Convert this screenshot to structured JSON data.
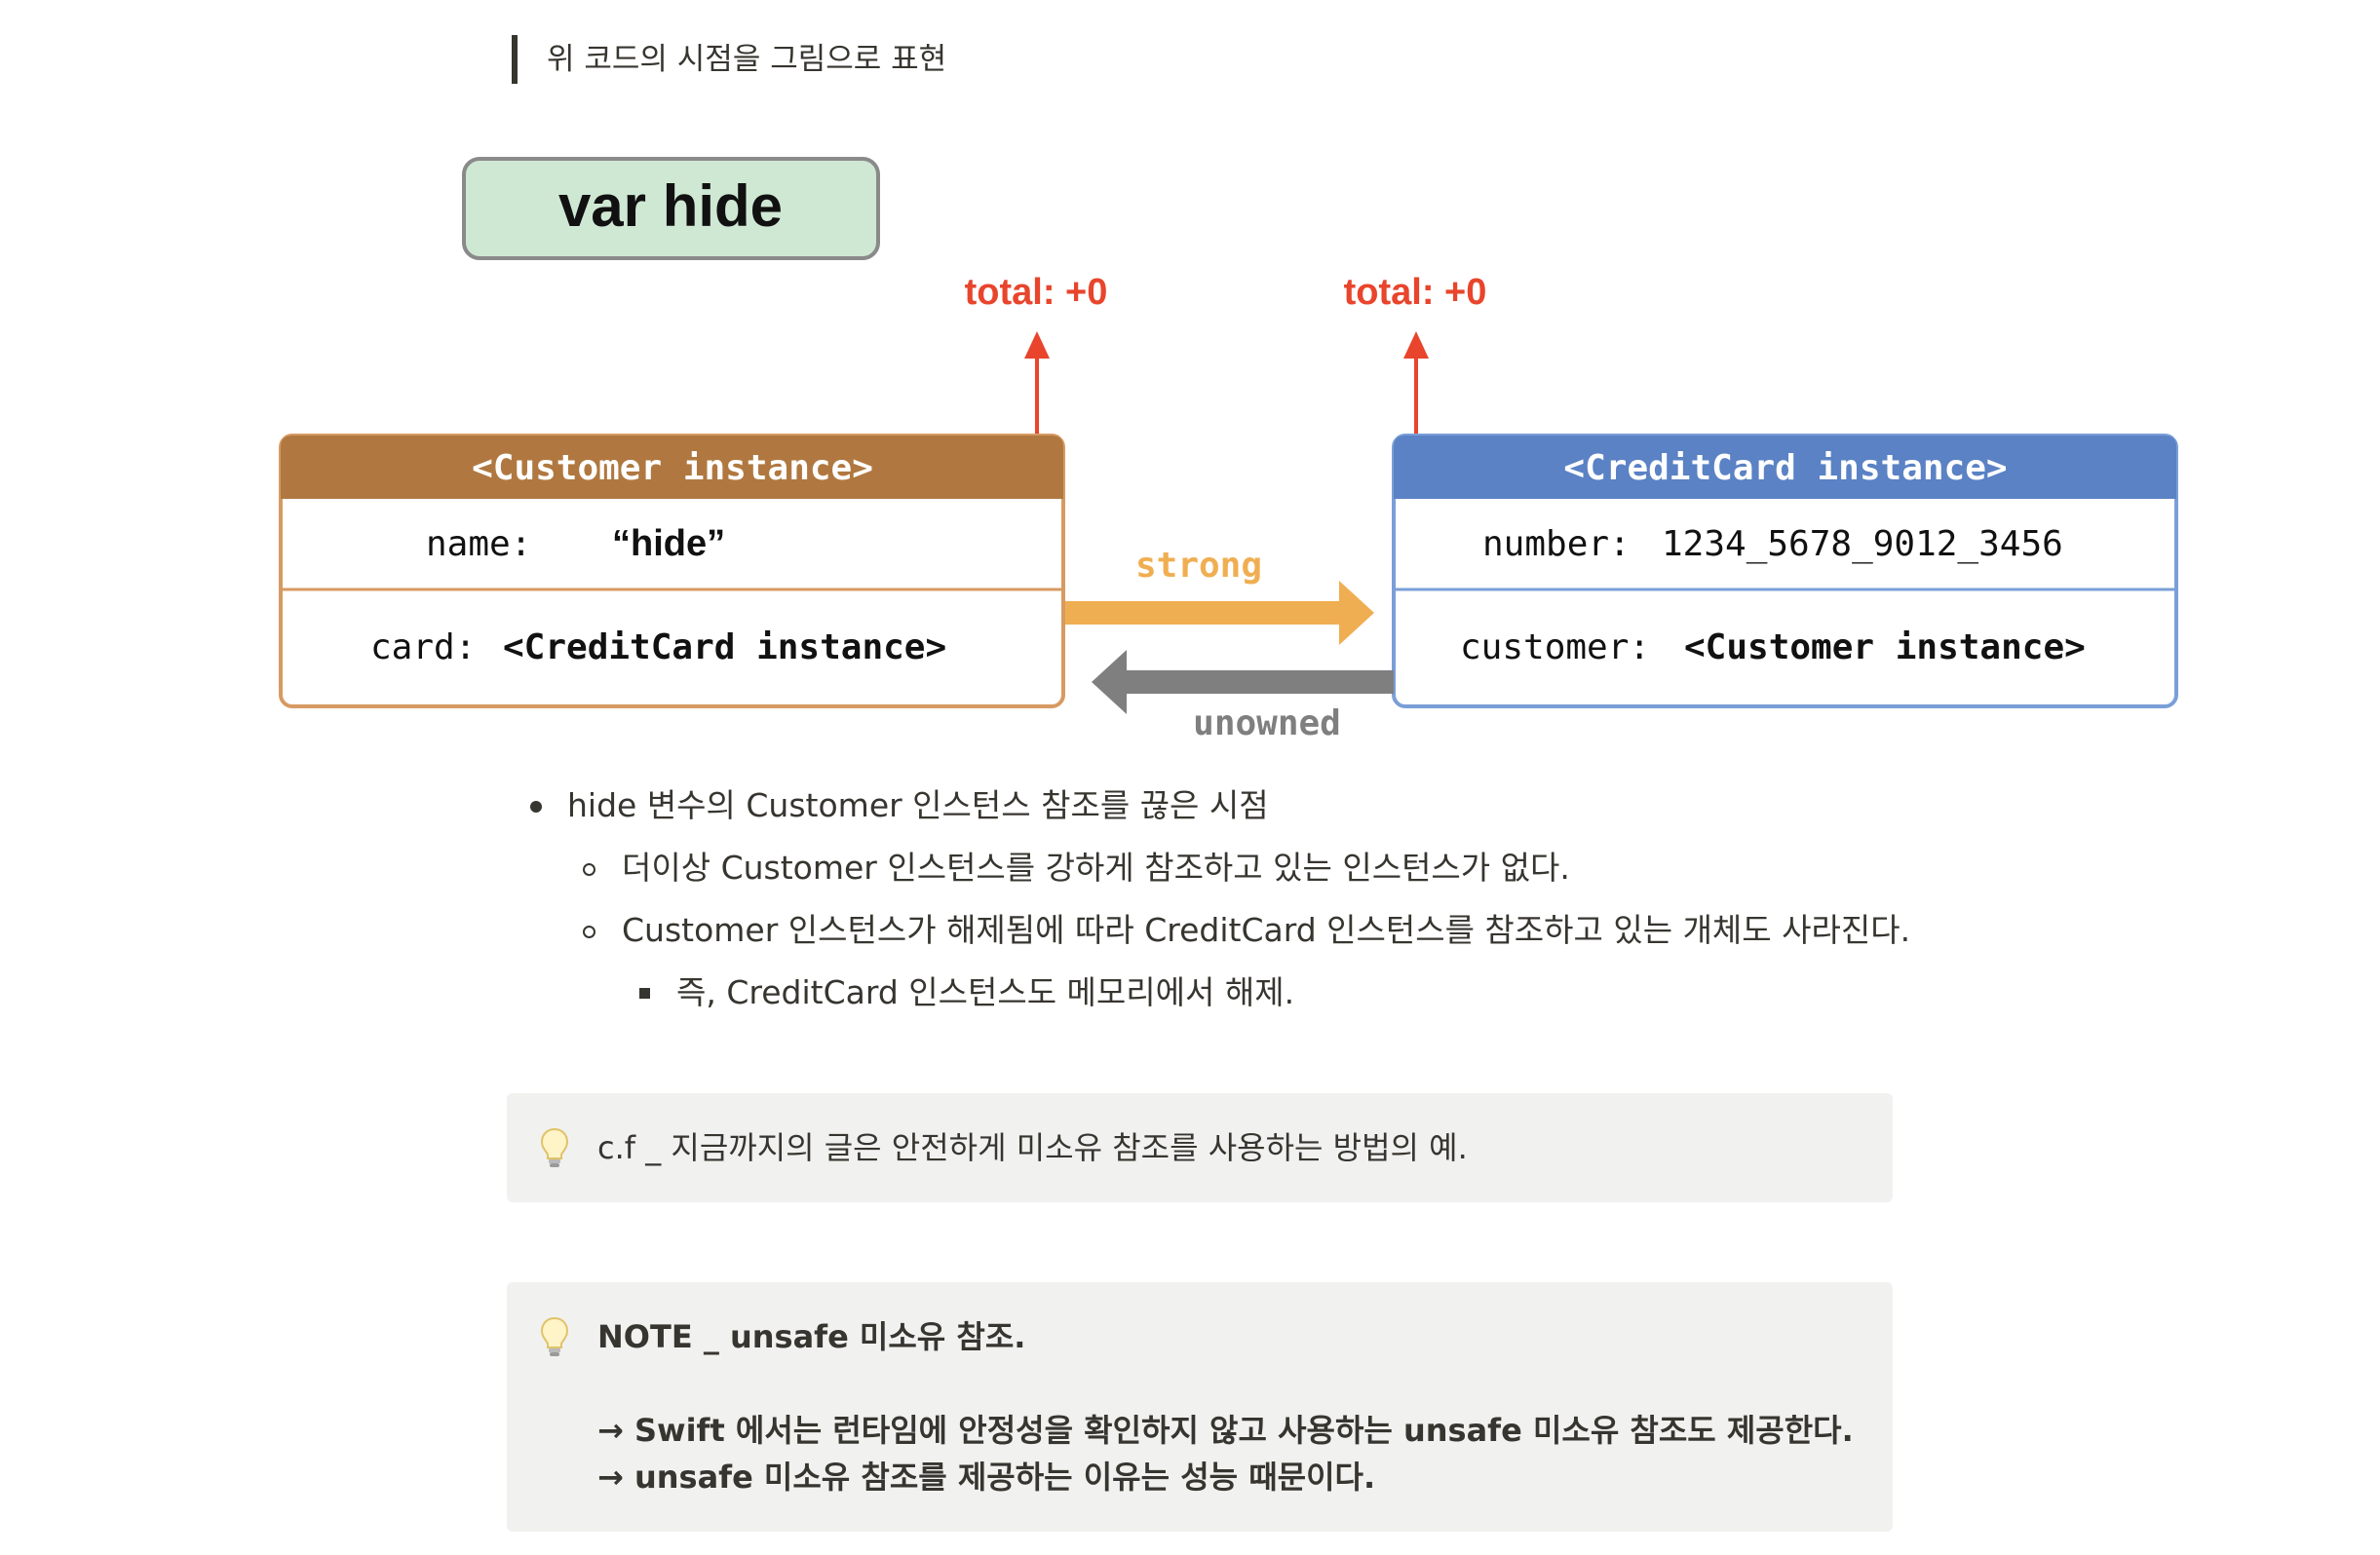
{
  "quote": "위 코드의 시점을 그림으로 표현",
  "diagram": {
    "var_label": "var hide",
    "total_left": "total: +0",
    "total_right": "total: +0",
    "customer": {
      "header": "<Customer instance>",
      "name_key": "name:",
      "name_value": "“hide”",
      "card_key": "card:",
      "card_value": "<CreditCard instance>"
    },
    "creditcard": {
      "header": "<CreditCard instance>",
      "number_key": "number:",
      "number_value": "1234_5678_9012_3456",
      "customer_key": "customer:",
      "customer_value": "<Customer instance>"
    },
    "strong_label": "strong",
    "unowned_label": "unowned",
    "colors": {
      "var_fill": "#cfe8d4",
      "customer_header": "#b07840",
      "creditcard_header": "#5a82c4",
      "total_red": "#e8452c",
      "strong_arrow": "#f0ae52",
      "unowned_arrow": "#7f7f7f"
    }
  },
  "bullets": [
    {
      "level": 1,
      "text": "hide 변수의 Customer 인스턴스 참조를 끊은 시점"
    },
    {
      "level": 2,
      "text": "더이상 Customer 인스턴스를 강하게 참조하고 있는 인스턴스가 없다."
    },
    {
      "level": 2,
      "text": "Customer 인스턴스가 해제됨에 따라 CreditCard 인스턴스를 참조하고 있는 개체도 사라진다."
    },
    {
      "level": 3,
      "text": "즉, CreditCard 인스턴스도 메모리에서 해제."
    }
  ],
  "callout1": {
    "icon": "lightbulb-icon",
    "text": "c.f _ 지금까지의 글은 안전하게 미소유 참조를 사용하는 방법의 예."
  },
  "callout2": {
    "icon": "lightbulb-icon",
    "title": "NOTE _ unsafe 미소유 참조.",
    "line1": "→ Swift 에서는 런타임에 안정성을 확인하지 않고 사용하는 unsafe 미소유 참조도 제공한다.",
    "line2": "→ unsafe 미소유 참조를 제공하는 이유는 성능 때문이다."
  }
}
